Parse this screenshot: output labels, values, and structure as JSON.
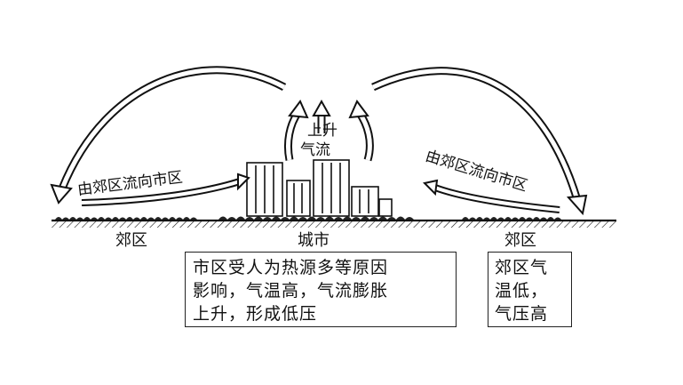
{
  "labels": {
    "left_flow": "由郊区流向市区",
    "right_flow": "由郊区流向市区",
    "updraft_line1": "上升",
    "updraft_line2": "气流",
    "ground_left": "郊区",
    "ground_center": "城市",
    "ground_right": "郊区"
  },
  "city_note": {
    "lines": [
      "市区受人为热源多等原因",
      "影响，气温高，气流膨胀",
      "上升，形成低压"
    ]
  },
  "suburb_note": {
    "lines": [
      "郊区气",
      "温低，",
      "气压高"
    ]
  },
  "colors": {
    "ink": "#111111",
    "background": "#ffffff"
  }
}
